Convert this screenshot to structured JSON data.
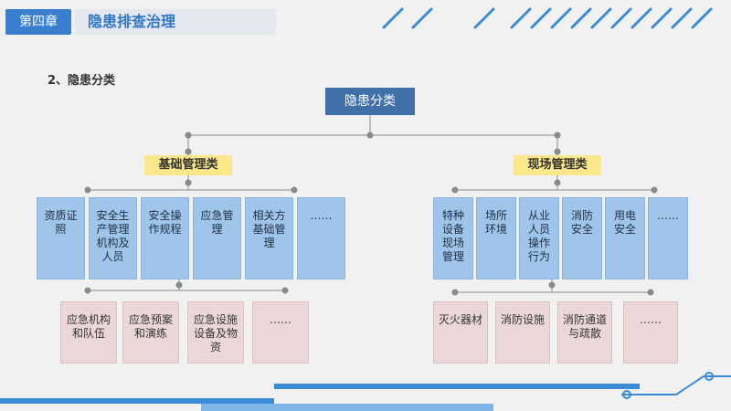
{
  "header": {
    "chapter": "第四章",
    "title": "隐患排查治理"
  },
  "section": {
    "label": "2、隐患分类"
  },
  "diagram": {
    "root": "隐患分类",
    "left": {
      "label": "基础管理类",
      "items": [
        "资质证照",
        "安全生产管理机构及人员",
        "安全操作规程",
        "应急管理",
        "相关方基础管理",
        "……"
      ],
      "sub_items": [
        "应急机构和队伍",
        "应急预案和演练",
        "应急设施设备及物资",
        "……"
      ]
    },
    "right": {
      "label": "现场管理类",
      "items": [
        "特种设备现场管理",
        "场所环境",
        "从业人员操作行为",
        "消防安全",
        "用电安全",
        "……"
      ],
      "sub_items": [
        "灭火器材",
        "消防设施",
        "消防通道与疏散",
        "……"
      ]
    }
  },
  "colors": {
    "accent": "#3a7fcf",
    "root": "#4170a8",
    "category": "#fce88a",
    "item": "#9fc6ea",
    "sub_item": "#ecd7d8"
  }
}
